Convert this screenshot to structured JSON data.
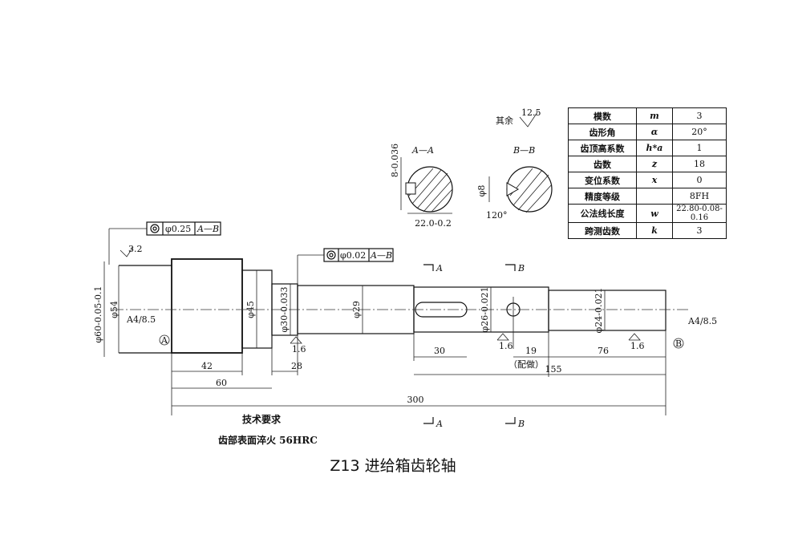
{
  "caption": "Z13 进给箱齿轮轴",
  "surface_finish_note": {
    "prefix": "其余",
    "value": "12.5"
  },
  "params_table": [
    {
      "label": "模数",
      "symbol": "m",
      "value": "3"
    },
    {
      "label": "齿形角",
      "symbol": "α",
      "value": "20°"
    },
    {
      "label": "齿顶高系数",
      "symbol": "h*a",
      "value": "1"
    },
    {
      "label": "齿数",
      "symbol": "z",
      "value": "18"
    },
    {
      "label": "变位系数",
      "symbol": "x",
      "value": "0"
    },
    {
      "label": "精度等级",
      "symbol": "",
      "value": "8FH"
    },
    {
      "label": "公法线长度",
      "symbol": "w",
      "value": "22.80-0.08-0.16"
    },
    {
      "label": "跨测齿数",
      "symbol": "k",
      "value": "3"
    }
  ],
  "sections": {
    "aa_title": "A—A",
    "bb_title": "B—B",
    "aa_depth": "8-0.036",
    "aa_width": "22.0-0.2",
    "bb_hole": "φ8",
    "bb_angle": "120°"
  },
  "tolerances": {
    "left_runout": "φ0.25",
    "left_datum": "A—B",
    "mid_runout": "φ0.02",
    "mid_datum": "A—B"
  },
  "diameters": {
    "d60": "φ60-0.05-0.1",
    "d54": "φ54",
    "d45": "φ45",
    "d30": "φ30-0.033",
    "d29": "φ29",
    "d26": "φ26-0.021",
    "d24": "φ24-0.021"
  },
  "lengths": {
    "l42": "42",
    "l60": "60",
    "l28": "28",
    "l30": "30",
    "l19": "19",
    "l76": "76",
    "l155": "155",
    "l300": "300",
    "drill_note": "（配做）"
  },
  "center_holes": {
    "left": "A4/8.5",
    "right": "A4/8.5"
  },
  "roughness": {
    "r32": "3.2",
    "r16": "1.6"
  },
  "datums": {
    "a": "A",
    "b": "B"
  },
  "section_marks": {
    "a": "A",
    "b": "B"
  },
  "technical_requirements": {
    "title": "技术要求",
    "item": "齿部表面淬火 56HRC"
  }
}
